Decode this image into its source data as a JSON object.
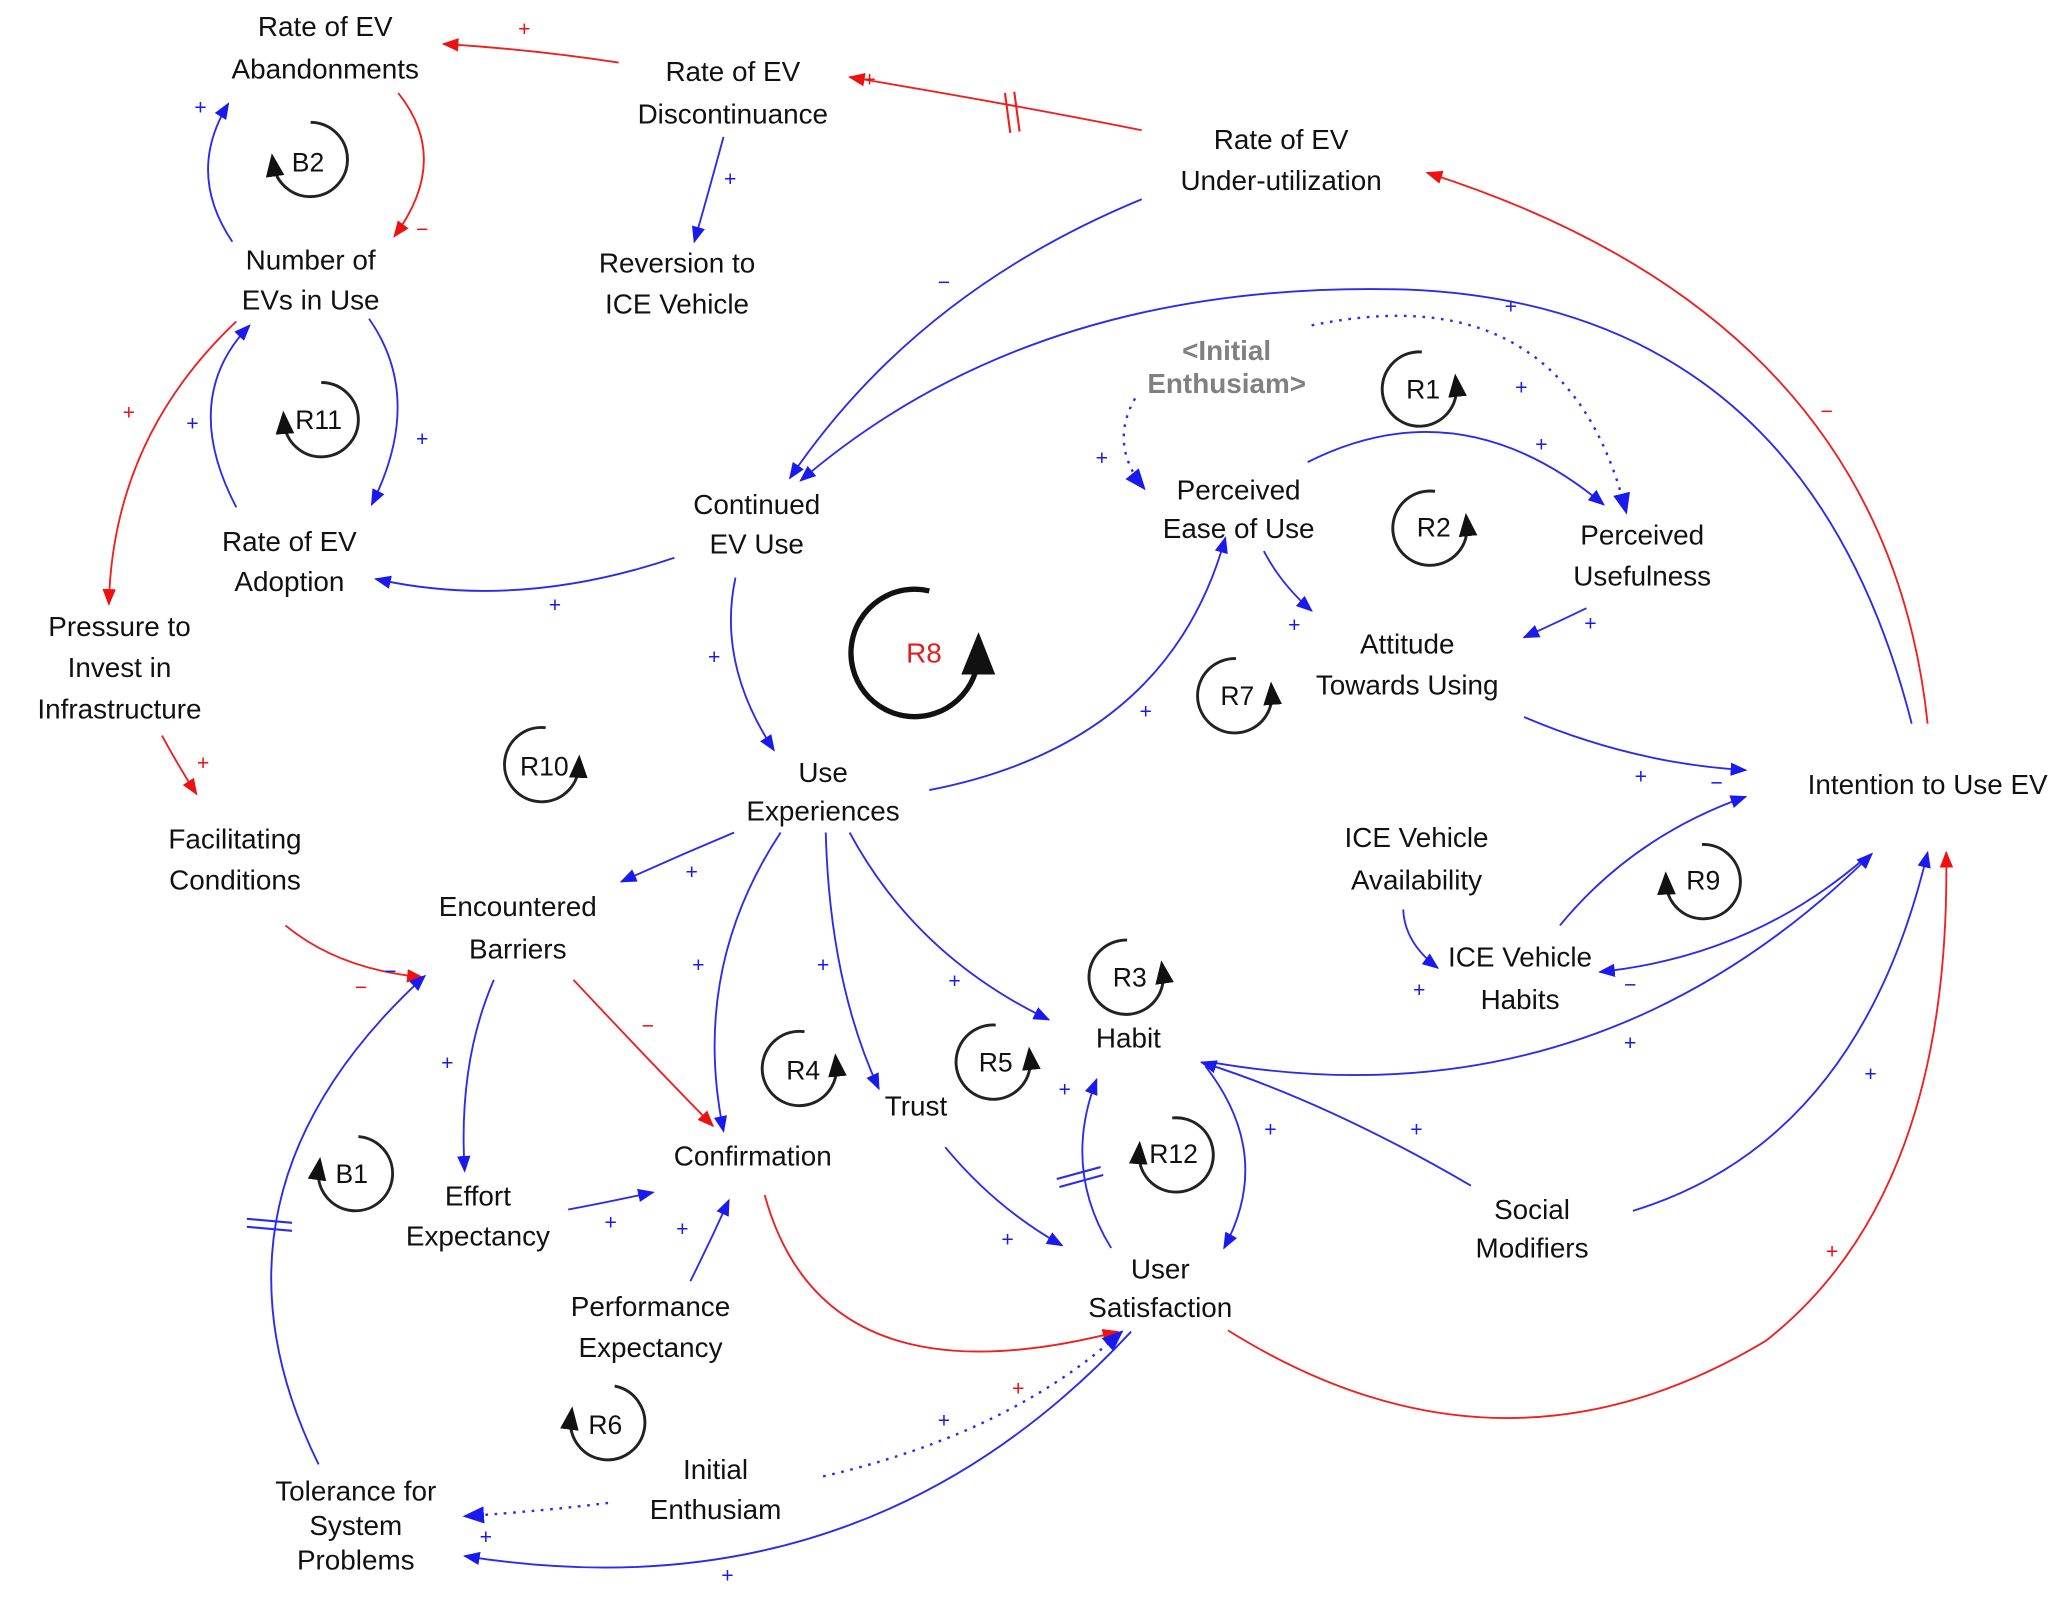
{
  "colors": {
    "positive_link": "#2a2af0",
    "negative_link": "#ee2020",
    "loop_label_highlight": "#e02020",
    "text": "#111111",
    "shadow_variable": "#808080"
  },
  "variables": {
    "rate_ev_abandonments": [
      "Rate of EV",
      "Abandonments"
    ],
    "rate_ev_discontinuance": [
      "Rate of EV",
      "Discontinuance"
    ],
    "rate_ev_underutilization": [
      "Rate of EV",
      "Under-utilization"
    ],
    "reversion_ice": [
      "Reversion to",
      "ICE Vehicle"
    ],
    "number_evs_in_use": [
      "Number of",
      "EVs in Use"
    ],
    "rate_ev_adoption": [
      "Rate of EV",
      "Adoption"
    ],
    "pressure_infrastructure": [
      "Pressure to",
      "Invest in",
      "Infrastructure"
    ],
    "facilitating_conditions": [
      "Facilitating",
      "Conditions"
    ],
    "continued_ev_use": [
      "Continued",
      "EV Use"
    ],
    "initial_enthusiasm_shadow": [
      "<Initial",
      "Enthusiam>"
    ],
    "perceived_ease_of_use": [
      "Perceived",
      "Ease of Use"
    ],
    "perceived_usefulness": [
      "Perceived",
      "Usefulness"
    ],
    "attitude_towards_using": [
      "Attitude",
      "Towards Using"
    ],
    "intention_to_use_ev": [
      "Intention to Use EV"
    ],
    "use_experiences": [
      "Use",
      "Experiences"
    ],
    "ice_vehicle_availability": [
      "ICE Vehicle",
      "Availability"
    ],
    "ice_vehicle_habits": [
      "ICE Vehicle",
      "Habits"
    ],
    "encountered_barriers": [
      "Encountered",
      "Barriers"
    ],
    "habit": [
      "Habit"
    ],
    "trust": [
      "Trust"
    ],
    "confirmation": [
      "Confirmation"
    ],
    "effort_expectancy": [
      "Effort",
      "Expectancy"
    ],
    "performance_expectancy": [
      "Performance",
      "Expectancy"
    ],
    "user_satisfaction": [
      "User",
      "Satisfaction"
    ],
    "social_modifiers": [
      "Social",
      "Modifiers"
    ],
    "initial_enthusiasm": [
      "Initial",
      "Enthusiam"
    ],
    "tolerance_system_problems": [
      "Tolerance for",
      "System",
      "Problems"
    ]
  },
  "loops": {
    "B2": "B2",
    "R11": "R11",
    "R1": "R1",
    "R2": "R2",
    "R7": "R7",
    "R8": "R8",
    "R10": "R10",
    "R9": "R9",
    "R3": "R3",
    "R4": "R4",
    "R5": "R5",
    "R12": "R12",
    "B1": "B1",
    "R6": "R6"
  },
  "polarity": {
    "plus": "+",
    "minus": "−"
  }
}
